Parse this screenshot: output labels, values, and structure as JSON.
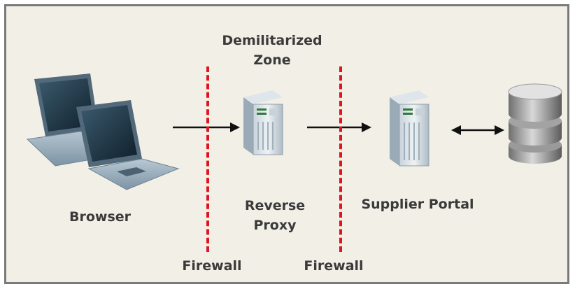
{
  "diagram": {
    "zone_label_1": "Demilitarized",
    "zone_label_2": "Zone",
    "browser_label": "Browser",
    "proxy_label_1": "Reverse",
    "proxy_label_2": "Proxy",
    "portal_label": "Supplier Portal",
    "firewall_left_label": "Firewall",
    "firewall_right_label": "Firewall"
  },
  "colors": {
    "firewall": "#e0141e",
    "background": "#f1efe6",
    "arrow": "#111111"
  },
  "icons": [
    "laptop-icon",
    "server-icon",
    "database-icon"
  ]
}
